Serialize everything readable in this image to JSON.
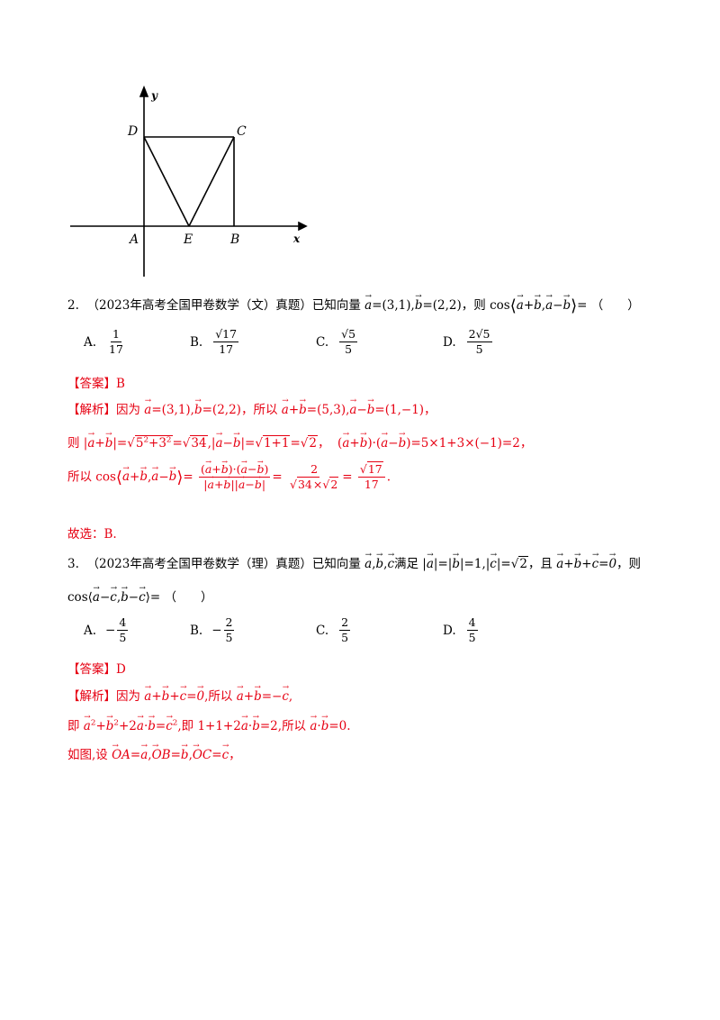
{
  "figure": {
    "labels": {
      "y": "y",
      "x": "x",
      "D": "D",
      "C": "C",
      "A": "A",
      "E": "E",
      "B": "B"
    }
  },
  "q2": {
    "number": "2.",
    "source": "（2023年高考全国甲卷数学（文）真题）已知向量",
    "then": "，则",
    "blank": "（　　）",
    "options": [
      {
        "label": "A.",
        "num": "1",
        "den": "17"
      },
      {
        "label": "B.",
        "num": "√17",
        "den": "17"
      },
      {
        "label": "C.",
        "num": "√5",
        "den": "5"
      },
      {
        "label": "D.",
        "num": "2√5",
        "den": "5"
      }
    ],
    "answer_tag": "【答案】",
    "answer": "B",
    "analysis_tag": "【解析】",
    "because": "因为",
    "so": "所以",
    "then_word": "则",
    "so_word": "所以",
    "conclusion": "故选：B."
  },
  "q3": {
    "number": "3.",
    "source": "（2023年高考全国甲卷数学（理）真题）已知向量",
    "satisfy": "满足",
    "and": "，且",
    "then": "，则",
    "blank": "（　　）",
    "options": [
      {
        "label": "A.",
        "num": "4",
        "den": "5",
        "sign": "−"
      },
      {
        "label": "B.",
        "num": "2",
        "den": "5",
        "sign": "−"
      },
      {
        "label": "C.",
        "num": "2",
        "den": "5",
        "sign": ""
      },
      {
        "label": "D.",
        "num": "4",
        "den": "5",
        "sign": ""
      }
    ],
    "answer_tag": "【答案】",
    "answer": "D",
    "analysis_tag": "【解析】",
    "because": "因为",
    "so": "所以",
    "ie": "即",
    "ie2": "即",
    "so2": "所以",
    "fig": "如图,设"
  }
}
